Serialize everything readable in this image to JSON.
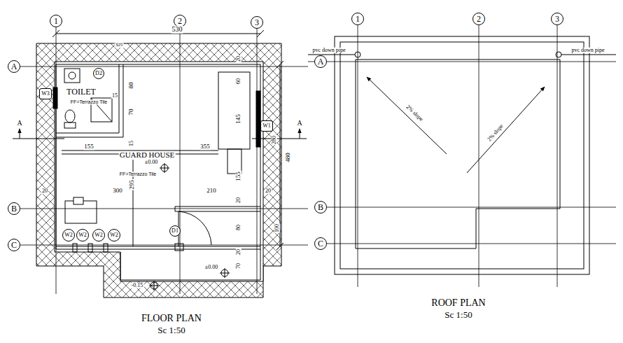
{
  "diagram": {
    "nodes": [
      {
        "text": [
          "1"
        ]
      },
      {
        "text": [
          "2"
        ]
      },
      {
        "text": [
          "3"
        ]
      },
      {
        "text": [
          "A"
        ]
      },
      {
        "text": [
          "B"
        ]
      },
      {
        "text": [
          "C"
        ]
      },
      {
        "text": [
          "D2"
        ]
      },
      {
        "text": [
          "W3"
        ]
      },
      {
        "text": [
          "W1"
        ]
      },
      {
        "text": [
          "W2"
        ]
      },
      {
        "text": [
          "W2"
        ]
      },
      {
        "text": [
          "W2"
        ]
      },
      {
        "text": [
          "W2"
        ]
      },
      {
        "text": [
          "D1"
        ]
      },
      {
        "text": [
          "1"
        ]
      },
      {
        "text": [
          "2"
        ]
      },
      {
        "text": [
          "3"
        ]
      },
      {
        "text": [
          "A"
        ]
      },
      {
        "text": [
          "B"
        ]
      },
      {
        "text": [
          "C"
        ]
      }
    ],
    "labels": [
      "530",
      "325",
      "80",
      "15",
      "70",
      "15",
      "155",
      "355",
      "20",
      "60",
      "145",
      "280",
      "480",
      "155",
      "295",
      "20",
      "300",
      "210",
      "20",
      "20",
      "80",
      "20",
      "100",
      "70",
      "TOILET",
      "FF=Terrazzo Tile",
      "GUARD HOUSE",
      "FF=Terrazzo Tile",
      "±0.00",
      "±0.00",
      "-0.15",
      "A",
      "A",
      "FLOOR PLAN",
      "Sc 1:50",
      "ROOF PLAN",
      "Sc 1:50",
      "pvc down pipe",
      "pvc down pipe",
      "2% slope",
      "2% slope"
    ]
  }
}
